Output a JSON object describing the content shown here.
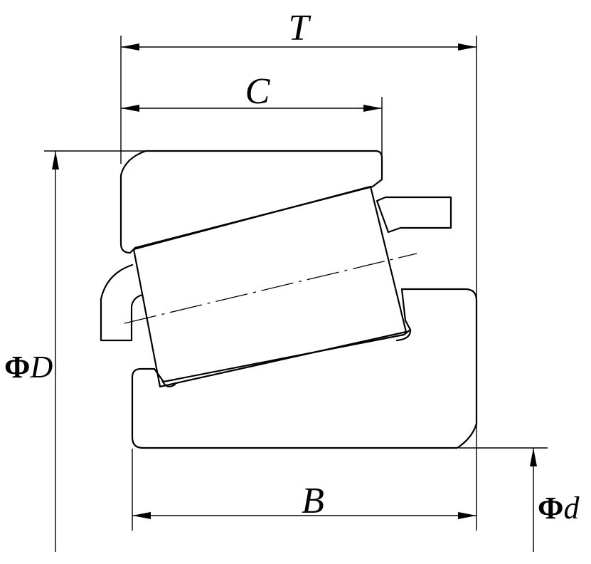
{
  "labels": {
    "T": "T",
    "C": "C",
    "B": "B",
    "D_symbol": "Φ",
    "D_letter": "D",
    "d_symbol": "Φ",
    "d_letter": "d"
  }
}
